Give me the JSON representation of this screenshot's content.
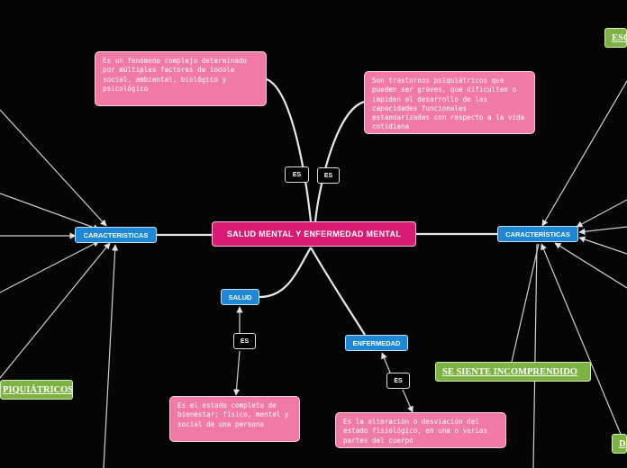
{
  "central": "SALUD MENTAL Y ENFERMEDAD MENTAL",
  "left_characteristics": "CARACTERISTICAS",
  "right_characteristics": "CARACTERÍSTICAS",
  "salud": "SALUD",
  "enfermedad": "ENFERMEDAD",
  "es_label": "ES",
  "definitions": {
    "fenomeno": "Es un fenómeno complejo determinado por múltiples factores de índole social, ambiental, biológico y psicológico",
    "trastornos": "Son trastornos psiquiátricos que pueden ser graves, que dificultan o impiden el desarrollo de las capacidades funcionales estandarizadas con respecto a la vida cotidiana",
    "salud_def": "Es el estado completo de bienestar; físico, mental y social de una persona",
    "enfermedad_def": "Es la alteración o desviación del estado fisiológico, en una o varias partes del cuerpo"
  },
  "green_nodes": {
    "top_right": "ESC",
    "left": "PIQUIÁTRICOS",
    "middle_right": "SE SIENTE INCOMPRENDIDO",
    "bottom_right": "D"
  },
  "colors": {
    "central": "#d81b73",
    "topic": "#1e88d6",
    "definition": "#f07aa5",
    "green": "#7cb342",
    "background": "#050505"
  }
}
